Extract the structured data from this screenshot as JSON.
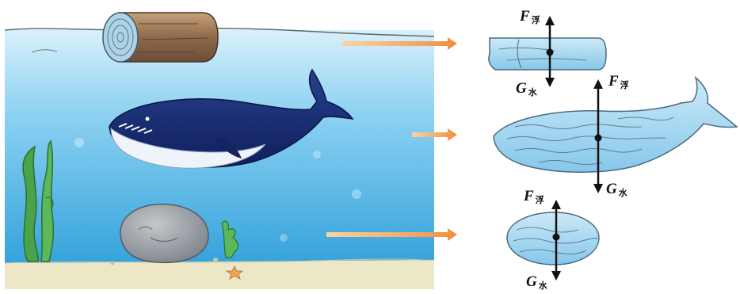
{
  "labels": {
    "buoyancy": "F",
    "buoyancy_sub": "浮",
    "gravity": "G",
    "gravity_sub": "水"
  },
  "colors": {
    "water_top": "#d3ecf8",
    "water_mid": "#7fcaee",
    "water_bottom": "#3aa7df",
    "sand": "#e9e5c2",
    "arrow": "#f2a45e",
    "whale_dark": "#1d2f7a",
    "water_body_fill": "#a9d8f0",
    "force_line": "#111111"
  },
  "icons": [
    "log-icon",
    "whale-icon",
    "rock-icon",
    "seaweed-icon",
    "starfish-icon",
    "arrow-right-icon"
  ]
}
